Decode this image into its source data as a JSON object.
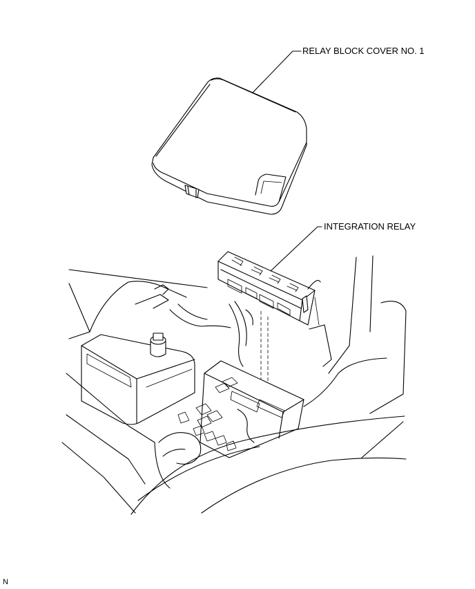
{
  "labels": {
    "relay_block_cover": "RELAY BLOCK COVER NO. 1",
    "integration_relay": "INTEGRATION RELAY",
    "figure_code": "N"
  }
}
